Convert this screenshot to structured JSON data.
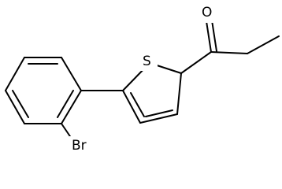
{
  "molecule": {
    "atoms": {
      "sulfur": "S",
      "oxygen": "O",
      "bromine": "Br"
    }
  }
}
